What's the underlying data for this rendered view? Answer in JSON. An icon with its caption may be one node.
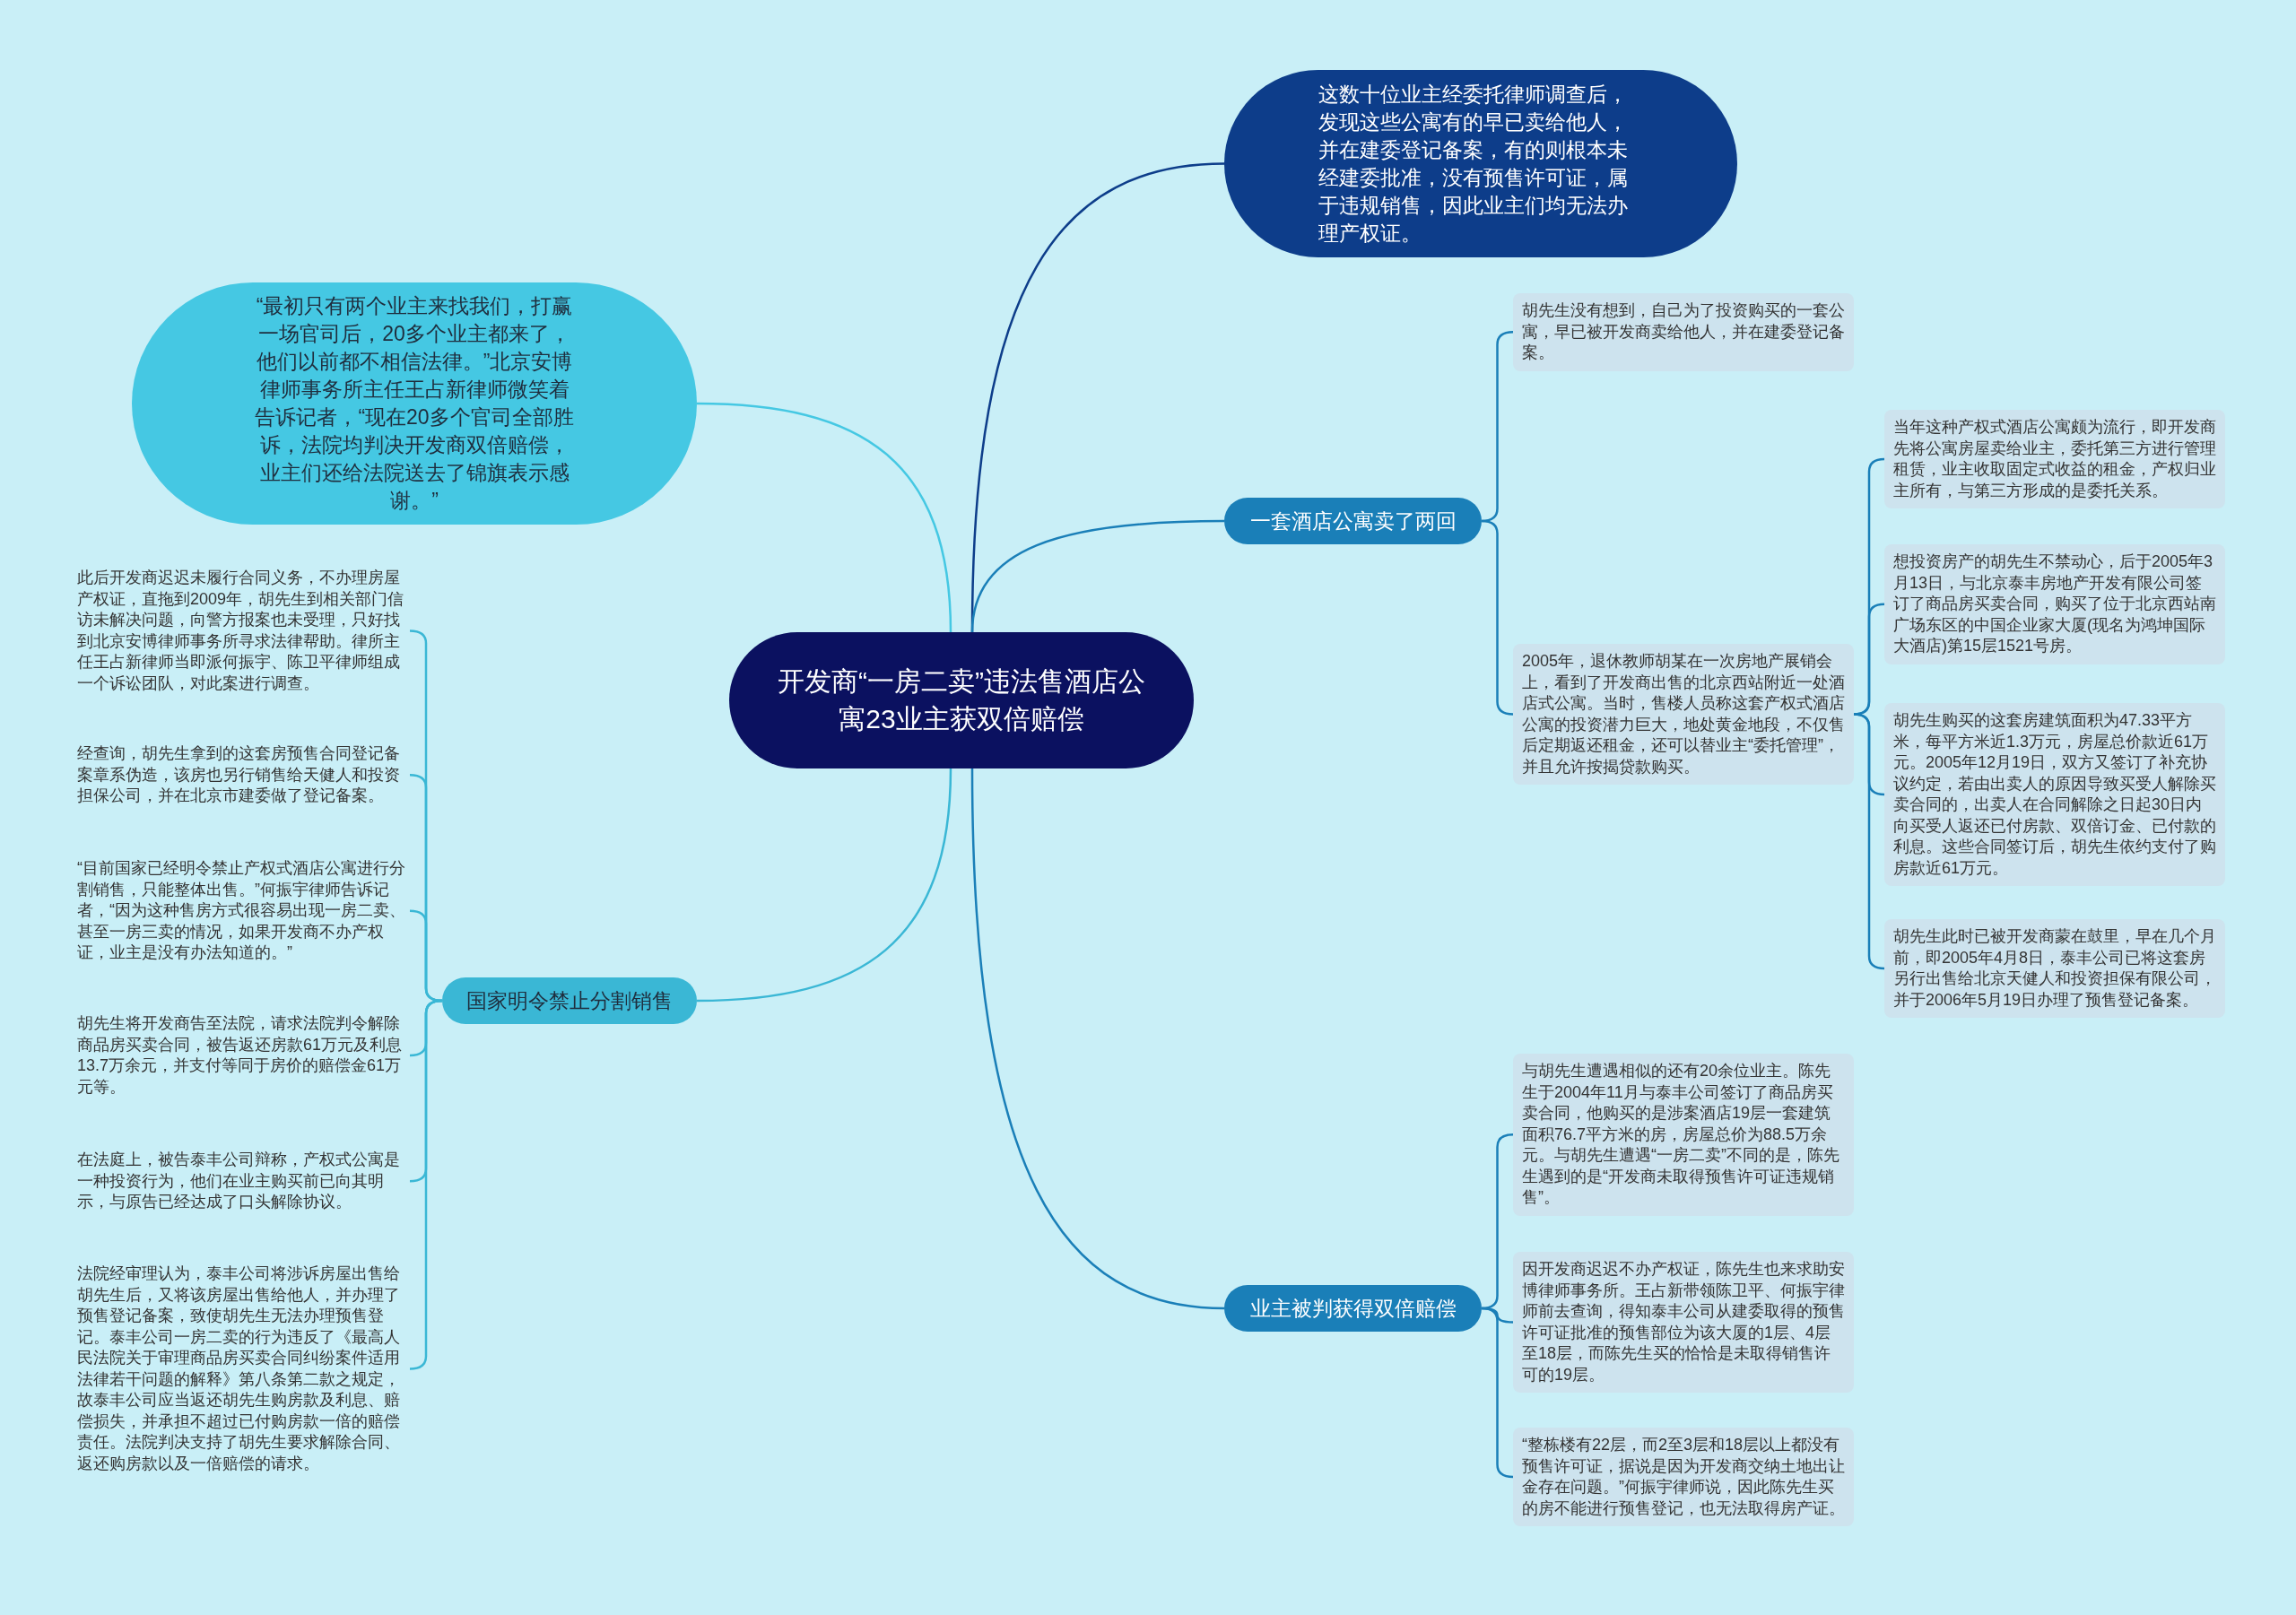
{
  "diagram": {
    "nodes": [
      {
        "text": [
          "开发商“一房二卖”违法售酒店公寓23业主获双倍赔偿"
        ]
      },
      {
        "text": [
          "这数十位业主经委托律师调查后，发现这些公寓有的早已卖给他人，并在建委登记备案，有的则根本未经建委批准，没有预售许可证，属于违规销售，因此业主们均无法办理产权证。"
        ]
      },
      {
        "text": [
          "“最初只有两个业主来找我们，打赢一场官司后，20多个业主都来了，他们以前都不相信法律。”北京安博律师事务所主任王占新律师微笑着告诉记者，“现在20多个官司全部胜诉，法院均判决开发商双倍赔偿，业主们还给法院送去了锦旗表示感谢。”"
        ]
      },
      {
        "text": [
          "一套酒店公寓卖了两回"
        ]
      },
      {
        "text": [
          "胡先生没有想到，自己为了投资购买的一套公寓，早已被开发商卖给他人，并在建委登记备案。"
        ]
      },
      {
        "text": [
          "2005年，退休教师胡某在一次房地产展销会上，看到了开发商出售的北京西站附近一处酒店式公寓。当时，售楼人员称这套产权式酒店公寓的投资潜力巨大，地处黄金地段，不仅售后定期返还租金，还可以替业主“委托管理”，并且允许按揭贷款购买。"
        ]
      },
      {
        "text": [
          "当年这种产权式酒店公寓颇为流行，即开发商先将公寓房屋卖给业主，委托第三方进行管理租赁，业主收取固定式收益的租金，产权归业主所有，与第三方形成的是委托关系。"
        ]
      },
      {
        "text": [
          "想投资房产的胡先生不禁动心，后于2005年3月13日，与北京泰丰房地产开发有限公司签订了商品房买卖合同，购买了位于北京西站南广场东区的中国企业家大厦(现名为鸿坤国际大酒店)第15层1521号房。"
        ]
      },
      {
        "text": [
          "胡先生购买的这套房建筑面积为47.33平方米，每平方米近1.3万元，房屋总价款近61万元。2005年12月19日，双方又签订了补充协议约定，若由出卖人的原因导致买受人解除买卖合同的，出卖人在合同解除之日起30日内向买受人返还已付房款、双倍订金、已付款的利息。这些合同签订后，胡先生依约支付了购房款近61万元。"
        ]
      },
      {
        "text": [
          "胡先生此时已被开发商蒙在鼓里，早在几个月前，即2005年4月8日，泰丰公司已将这套房另行出售给北京天健人和投资担保有限公司，并于2006年5月19日办理了预售登记备案。"
        ]
      },
      {
        "text": [
          "业主被判获得双倍赔偿"
        ]
      },
      {
        "text": [
          "与胡先生遭遇相似的还有20余位业主。陈先生于2004年11月与泰丰公司签订了商品房买卖合同，他购买的是涉案酒店19层一套建筑面积76.7平方米的房，房屋总价为88.5万余元。与胡先生遭遇“一房二卖”不同的是，陈先生遇到的是“开发商未取得预售许可证违规销售”。"
        ]
      },
      {
        "text": [
          "因开发商迟迟不办产权证，陈先生也来求助安博律师事务所。王占新带领陈卫平、何振宇律师前去查询，得知泰丰公司从建委取得的预售许可证批准的预售部位为该大厦的1层、4层至18层，而陈先生买的恰恰是未取得销售许可的19层。"
        ]
      },
      {
        "text": [
          "“整栋楼有22层，而2至3层和18层以上都没有预售许可证，据说是因为开发商交纳土地出让金存在问题。”何振宇律师说，因此陈先生买的房不能进行预售登记，也无法取得房产证。"
        ]
      },
      {
        "text": [
          "国家明令禁止分割销售"
        ]
      },
      {
        "text": [
          "此后开发商迟迟未履行合同义务，不办理房屋产权证，直拖到2009年，胡先生到相关部门信访未解决问题，向警方报案也未受理，只好找到北京安博律师事务所寻求法律帮助。律所主任王占新律师当即派何振宇、陈卫平律师组成一个诉讼团队，对此案进行调查。"
        ]
      },
      {
        "text": [
          "经查询，胡先生拿到的这套房预售合同登记备案章系伪造，该房也另行销售给天健人和投资担保公司，并在北京市建委做了登记备案。"
        ]
      },
      {
        "text": [
          "“目前国家已经明令禁止产权式酒店公寓进行分割销售，只能整体出售。”何振宇律师告诉记者，“因为这种售房方式很容易出现一房二卖、甚至一房三卖的情况，如果开发商不办产权证，业主是没有办法知道的。”"
        ]
      },
      {
        "text": [
          "胡先生将开发商告至法院，请求法院判令解除商品房买卖合同，被告返还房款61万元及利息13.7万余元，并支付等同于房价的赔偿金61万元等。"
        ]
      },
      {
        "text": [
          "在法庭上，被告泰丰公司辩称，产权式公寓是一种投资行为，他们在业主购买前已向其明示，与原告已经达成了口头解除协议。"
        ]
      },
      {
        "text": [
          "法院经审理认为，泰丰公司将涉诉房屋出售给胡先生后，又将该房屋出售给他人，并办理了预售登记备案，致使胡先生无法办理预售登记。泰丰公司一房二卖的行为违反了《最高人民法院关于审理商品房买卖合同纠纷案件适用法律若干问题的解释》第八条第二款之规定，故泰丰公司应当返还胡先生购房款及利息、赔偿损失，并承担不超过已付购房款一倍的赔偿责任。法院判决支持了胡先生要求解除合同、返还购房款以及一倍赔偿的请求。"
        ]
      }
    ],
    "edges": [
      {
        "from": 0,
        "to": 1,
        "arrow": "none",
        "color": "#0d3d8a"
      },
      {
        "from": 0,
        "to": 2,
        "arrow": "none",
        "color": "#45c8e3"
      },
      {
        "from": 0,
        "to": 3,
        "arrow": "none"
      },
      {
        "from": 3,
        "to": 4,
        "arrow": "none"
      },
      {
        "from": 3,
        "to": 5,
        "arrow": "none"
      },
      {
        "from": 5,
        "to": 6,
        "arrow": "none"
      },
      {
        "from": 5,
        "to": 7,
        "arrow": "none"
      },
      {
        "from": 5,
        "to": 8,
        "arrow": "none"
      },
      {
        "from": 5,
        "to": 9,
        "arrow": "none"
      },
      {
        "from": 0,
        "to": 10,
        "arrow": "none"
      },
      {
        "from": 10,
        "to": 11,
        "arrow": "none"
      },
      {
        "from": 10,
        "to": 12,
        "arrow": "none"
      },
      {
        "from": 10,
        "to": 13,
        "arrow": "none"
      },
      {
        "from": 0,
        "to": 14,
        "arrow": "none",
        "color": "#3ab7d5"
      },
      {
        "from": 14,
        "to": 15,
        "arrow": "none",
        "color": "#3ab7d5"
      },
      {
        "from": 14,
        "to": 16,
        "arrow": "none",
        "color": "#3ab7d5"
      },
      {
        "from": 14,
        "to": 17,
        "arrow": "none",
        "color": "#3ab7d5"
      },
      {
        "from": 14,
        "to": 18,
        "arrow": "none",
        "color": "#3ab7d5"
      },
      {
        "from": 14,
        "to": 19,
        "arrow": "none",
        "color": "#3ab7d5"
      },
      {
        "from": 14,
        "to": 20,
        "arrow": "none",
        "color": "#3ab7d5"
      }
    ]
  }
}
